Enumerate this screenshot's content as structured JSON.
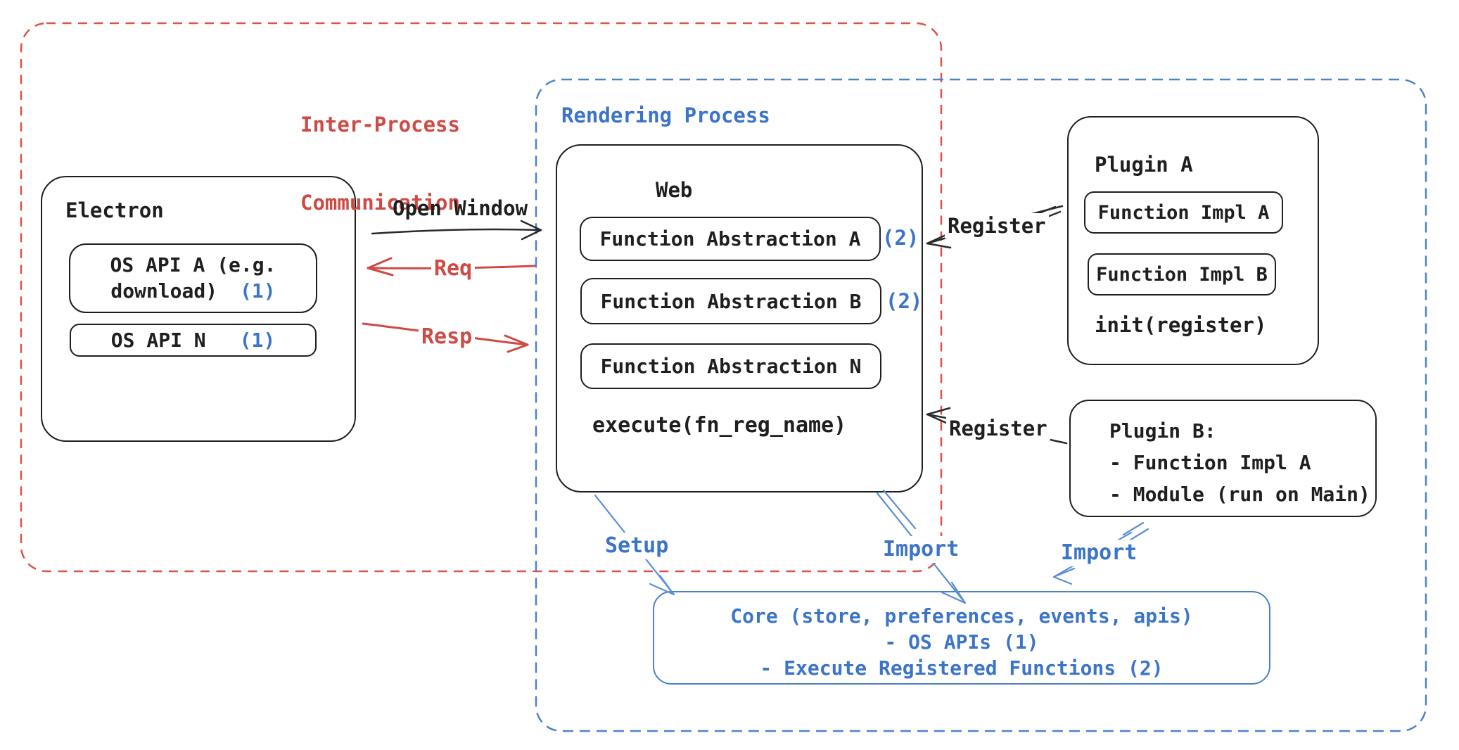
{
  "colors": {
    "ink": "#1f1f1f",
    "red": "#cf4a44",
    "blue": "#3b74c8",
    "blue_arrow": "#5b8ed8",
    "dashed_red": "#d9544a",
    "dashed_blue": "#4b82cf",
    "core_border": "#4a80cc"
  },
  "ipc": {
    "line1": "Inter-Process",
    "line2": "Communication"
  },
  "rendering_process": {
    "label": "Rendering Process"
  },
  "electron": {
    "title": "Electron",
    "os_api_a_line1": "OS API A (e.g.",
    "os_api_a_line2": "download)",
    "os_api_a_marker": "(1)",
    "os_api_n": "OS API N",
    "os_api_n_marker": "(1)"
  },
  "web": {
    "title": "Web",
    "abstraction_a": "Function Abstraction A",
    "abstraction_a_marker": "(2)",
    "abstraction_b": "Function Abstraction B",
    "abstraction_b_marker": "(2)",
    "abstraction_n": "Function Abstraction N",
    "execute": "execute(fn_reg_name)"
  },
  "plugin_a": {
    "title": "Plugin A",
    "impl_a": "Function Impl A",
    "impl_b": "Function Impl B",
    "init": "init(register)"
  },
  "plugin_b": {
    "title": "Plugin B:",
    "item_1": "- Function Impl A",
    "item_2": "- Module (run on Main)"
  },
  "core": {
    "line1": "Core (store, preferences, events, apis)",
    "line2": "- OS APIs (1)",
    "line3": "- Execute Registered Functions (2)"
  },
  "arrows": {
    "open_window": "Open Window",
    "req": "Req",
    "resp": "Resp",
    "register_plugin_a": "Register",
    "register_plugin_b": "Register",
    "setup": "Setup",
    "import_web": "Import",
    "import_plugin_b": "Import"
  }
}
